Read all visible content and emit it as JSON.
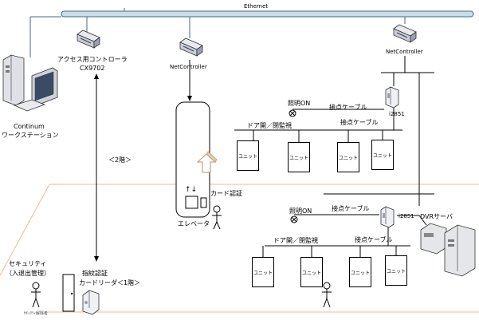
{
  "network": {
    "label": "Ethernet"
  },
  "devices": {
    "access_controller": {
      "line1": "アクセス用コントローラ",
      "line2": "CX9702"
    },
    "net_controller_center": {
      "label": "NetController"
    },
    "net_controller_right": {
      "label": "NetController"
    },
    "workstation": {
      "line1": "Continum",
      "line2": "ワークステーション"
    },
    "i2851_top": {
      "label": "i2851"
    },
    "i2851_bottom": {
      "label": "i2851"
    },
    "dvr": {
      "label": "DVRサーバ"
    },
    "elevator": {
      "label": "エレベータ",
      "card_auth": "カード認証",
      "arrows": "↑↓"
    }
  },
  "floors": {
    "second": "＜2階＞"
  },
  "labels": {
    "lighting_on_top": "照明ON",
    "lighting_on_bottom": "照明ON",
    "contact_cable_1": "接点ケーブル",
    "contact_cable_2": "接点ケーブル",
    "contact_cable_3": "接点ケーブル",
    "contact_cable_4": "接点ケーブル",
    "door_monitor_top": "ドア開／閉監視",
    "door_monitor_bottom": "ドア開／閉監視"
  },
  "security": {
    "line1": "セキュリティ",
    "line2": "（入退出管理）",
    "person_caption": "ｾｷｭﾘﾃｨ解除者"
  },
  "reader": {
    "line1": "指紋認証",
    "line2": "カードリーダ＜1階＞"
  },
  "units": {
    "top": [
      "ユニット",
      "ユニット",
      "ユニット",
      "ユニット"
    ],
    "bottom": [
      "ユニット",
      "ユニット",
      "ユニット",
      "ユニット"
    ]
  }
}
